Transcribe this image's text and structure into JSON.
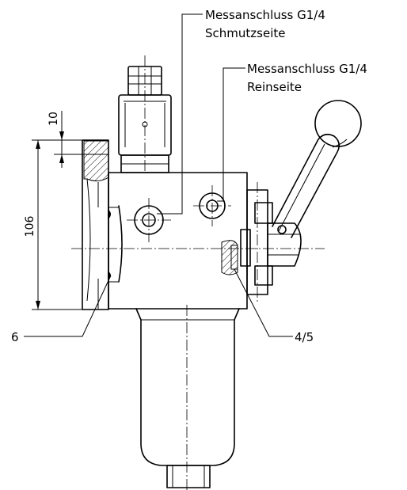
{
  "callouts": {
    "port_dirty_line1": "Messanschluss G1/4",
    "port_dirty_line2": "Schmutzseite",
    "port_clean_line1": "Messanschluss G1/4",
    "port_clean_line2": "Reinseite",
    "item_6": "6",
    "item_4_5": "4/5"
  },
  "dimensions": {
    "top_offset": "10",
    "block_height": "106"
  },
  "colors": {
    "line": "#000000",
    "background": "#ffffff"
  }
}
